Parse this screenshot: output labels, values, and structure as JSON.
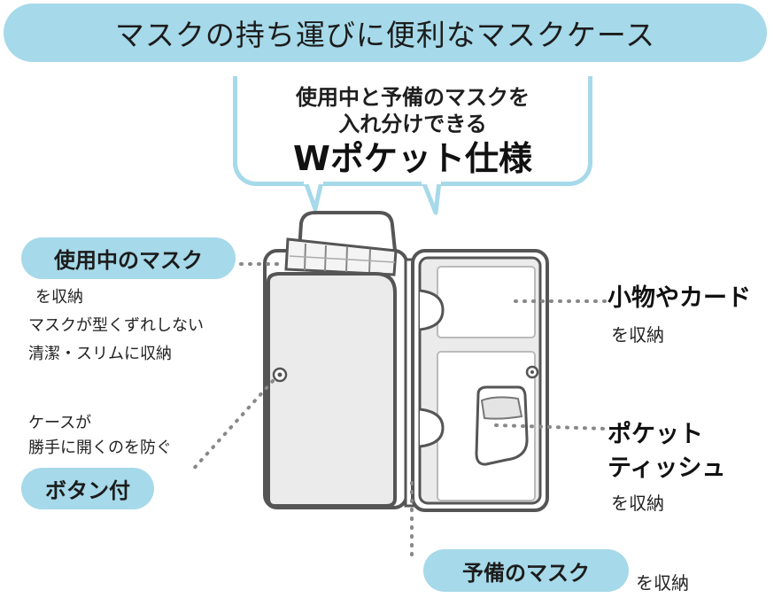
{
  "title": "マスクの持ち運びに便利なマスクケース",
  "callout": {
    "line1": "使用中と予備のマスクを",
    "line2": "入れ分けできる",
    "line3": "Wポケット仕様"
  },
  "labels": {
    "in_use_mask": "使用中のマスク",
    "in_use_desc1": "を収納",
    "in_use_desc2": "マスクが型くずれしない",
    "in_use_desc3": "清潔・スリムに収納",
    "button_desc1": "ケースが",
    "button_desc2": "勝手に開くのを防ぐ",
    "button": "ボタン付",
    "small_items": "小物やカード",
    "small_items_desc": "を収納",
    "tissue1": "ポケット",
    "tissue2": "ティッシュ",
    "tissue_desc": "を収納",
    "spare_mask": "予備のマスク",
    "spare_mask_desc": "を収納"
  },
  "colors": {
    "accent": "#a6d9e9",
    "outline": "#555555",
    "case_fill": "#ebebeb"
  }
}
